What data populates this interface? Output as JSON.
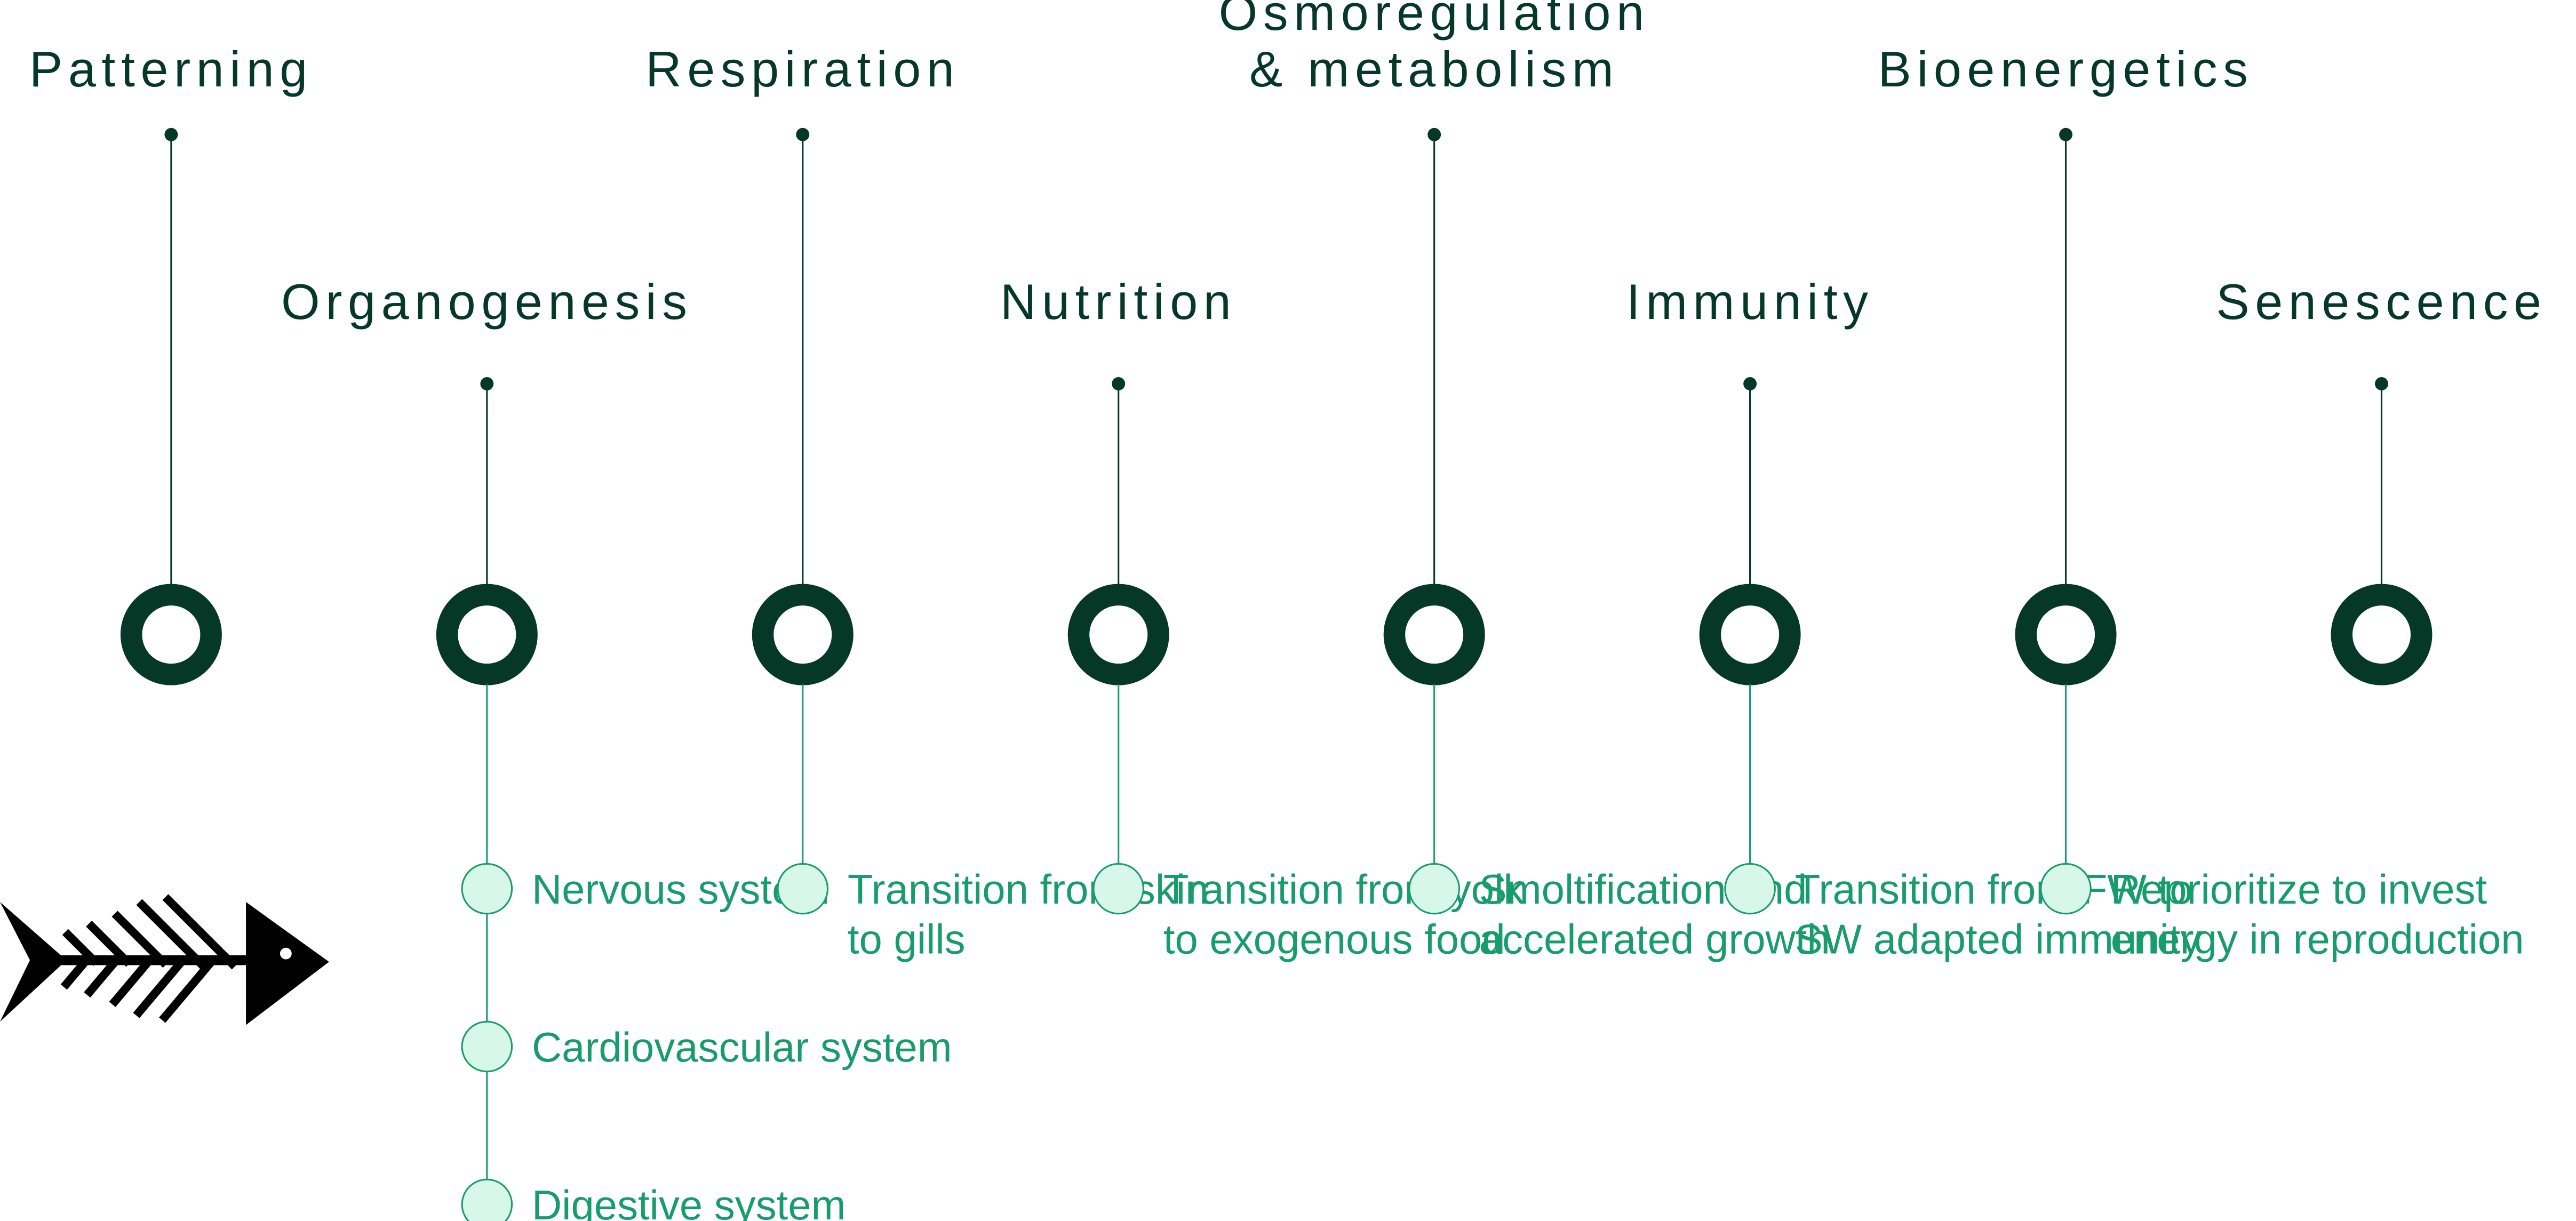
{
  "colors": {
    "dark_green": "#053826",
    "light_green": "#189c6e",
    "mint_fill": "#d7f7ea",
    "black": "#000000",
    "background": "#ffffff"
  },
  "stages": [
    {
      "label": "Patterning",
      "row": "upper",
      "details": []
    },
    {
      "label": "Organogenesis",
      "row": "lower",
      "details": [
        "Nervous system",
        "Cardiovascular system",
        "Digestive system"
      ]
    },
    {
      "label": "Respiration",
      "row": "upper",
      "details": [
        "Transition from skin to gills"
      ]
    },
    {
      "label": "Nutrition",
      "row": "lower",
      "details": [
        "Transition from yolk to exogenous food"
      ]
    },
    {
      "label": "Osmoregulation & metabolism",
      "row": "upper",
      "details": [
        "Smoltification and accelerated growth"
      ]
    },
    {
      "label": "Immunity",
      "row": "lower",
      "details": [
        "Transition from FW to SW adapted immunity"
      ]
    },
    {
      "label": "Bioenergetics",
      "row": "upper",
      "details": [
        "Reprioritize to invest energy in reproduction"
      ]
    },
    {
      "label": "Senescence",
      "row": "lower",
      "details": []
    }
  ],
  "icons": {
    "fish": "fish-skeleton-icon"
  }
}
